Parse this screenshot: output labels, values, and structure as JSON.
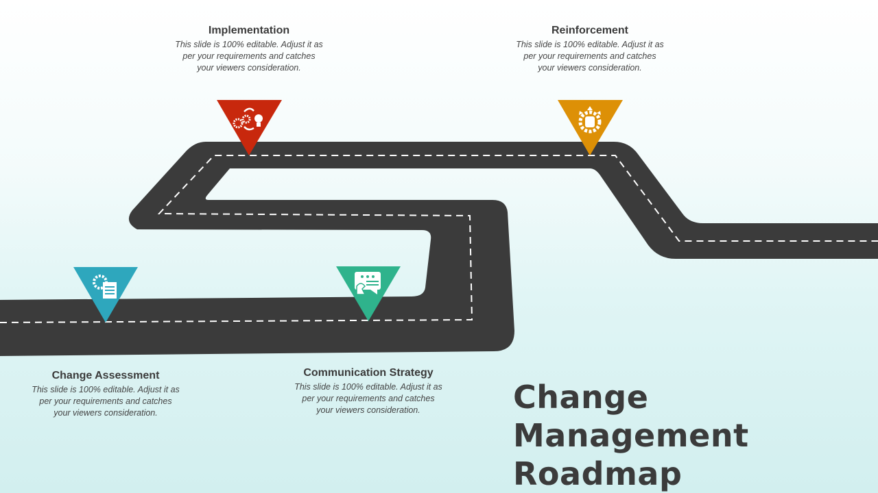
{
  "title": {
    "line1": "Change Management",
    "line2": "Roadmap"
  },
  "milestones": [
    {
      "heading": "Change Assessment",
      "text": "This slide is 100% editable. Adjust it as per your requirements and catches your viewers consideration.",
      "color": "#2ea7bd",
      "icon": "gear-document-icon"
    },
    {
      "heading": "Implementation",
      "text": "This slide is 100% editable. Adjust it as per your requirements and catches your viewers consideration.",
      "color": "#c8280d",
      "icon": "gears-cycle-lightbulb-icon"
    },
    {
      "heading": "Communication Strategy",
      "text": "This slide is 100% editable. Adjust it as per your requirements and catches your viewers consideration.",
      "color": "#2fb38c",
      "icon": "chess-knight-chat-icon"
    },
    {
      "heading": "Reinforcement",
      "text": "This slide is 100% editable. Adjust it as per your requirements and catches your viewers consideration.",
      "color": "#dd9006",
      "icon": "gear-fist-icon"
    }
  ],
  "road_color": "#3b3b3b"
}
